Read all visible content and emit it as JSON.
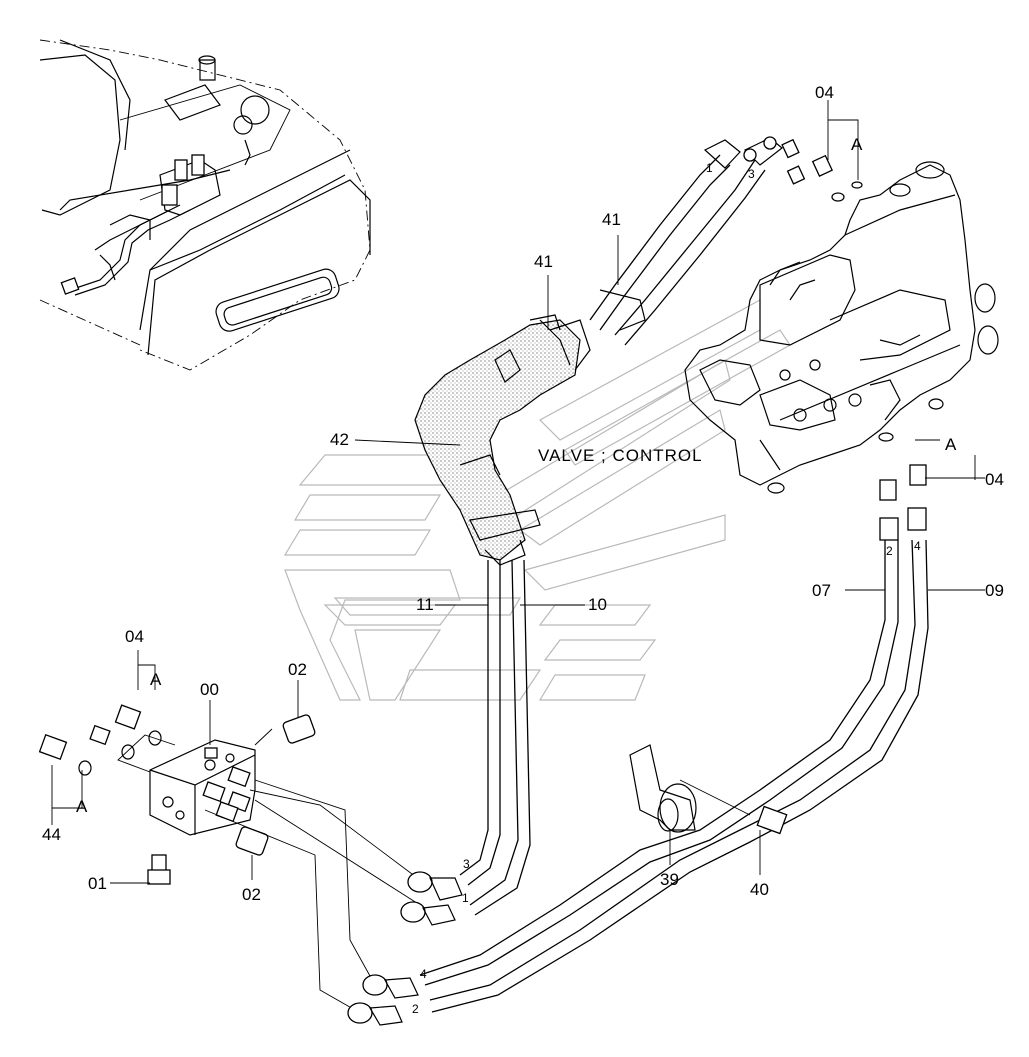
{
  "diagram": {
    "center_label": "VALVE ; CONTROL",
    "callouts": {
      "c04_top": "04",
      "c04_right": "04",
      "c04_left": "04",
      "c41_a": "41",
      "c41_b": "41",
      "c42": "42",
      "c11": "11",
      "c10": "10",
      "c07": "07",
      "c09": "09",
      "c00": "00",
      "c02_top": "02",
      "c02_bottom": "02",
      "c01": "01",
      "c44": "44",
      "c39": "39",
      "c40": "40"
    },
    "ref_letters": {
      "a_top": "A",
      "a_right": "A",
      "a_left_top": "A",
      "a_left_bottom": "A"
    },
    "hose_numbers": {
      "h1_top": "1",
      "h3_top": "3",
      "h2_right": "2",
      "h4_right": "4",
      "h3_bottom": "3",
      "h1_bottom": "1",
      "h4_bottom": "4",
      "h2_bottom": "2"
    }
  }
}
